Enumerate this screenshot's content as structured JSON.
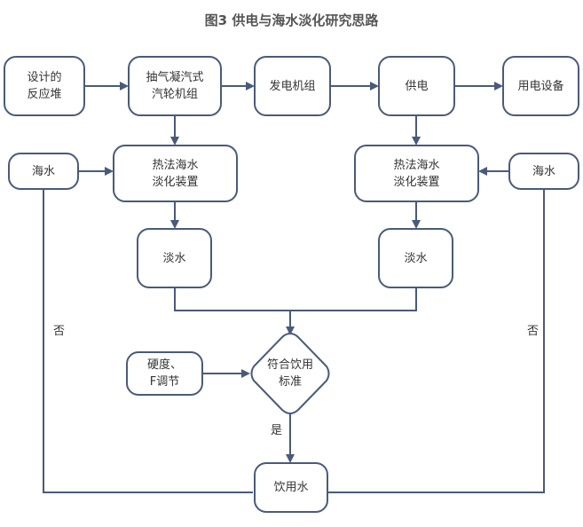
{
  "title": "图3 供电与海水淡化研究思路",
  "nodes": {
    "reactor": "设计的\n反应堆",
    "turbine": "抽气凝汽式\n汽轮机组",
    "generator": "发电机组",
    "power_supply": "供电",
    "power_equipment": "用电设备",
    "seawater_left": "海水",
    "desal_left": "热法海水\n淡化装置",
    "desal_right": "热法海水\n淡化装置",
    "seawater_right": "海水",
    "freshwater_left": "淡水",
    "freshwater_right": "淡水",
    "hardness_adjust": "硬度、\nF调节",
    "decision": "符合饮用\n标准",
    "drinking_water": "饮用水"
  },
  "edge_labels": {
    "no_left": "否",
    "no_right": "否",
    "yes": "是"
  },
  "colors": {
    "stroke": "#4a5a7a"
  }
}
